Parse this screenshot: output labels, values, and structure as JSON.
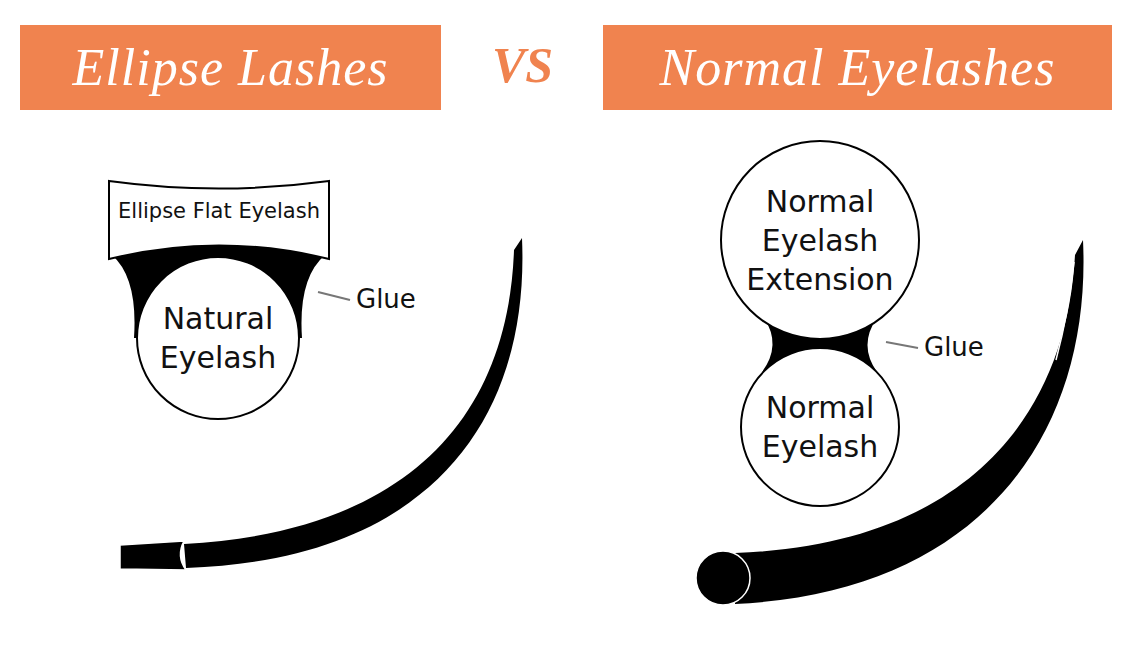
{
  "diagram": {
    "nodes": [
      {
        "text": [
          "Ellipse Lashes"
        ]
      },
      {
        "text": [
          "Normal Eyelashes"
        ]
      },
      {
        "text": [
          "Ellipse Flat Eyelash"
        ]
      },
      {
        "text": [
          "Natural Eyelash"
        ]
      },
      {
        "text": [
          "Normal Eyelash Extension"
        ]
      },
      {
        "text": [
          "Normal Eyelash"
        ]
      }
    ],
    "labels": [
      "VS",
      "Glue",
      "Glue"
    ]
  }
}
